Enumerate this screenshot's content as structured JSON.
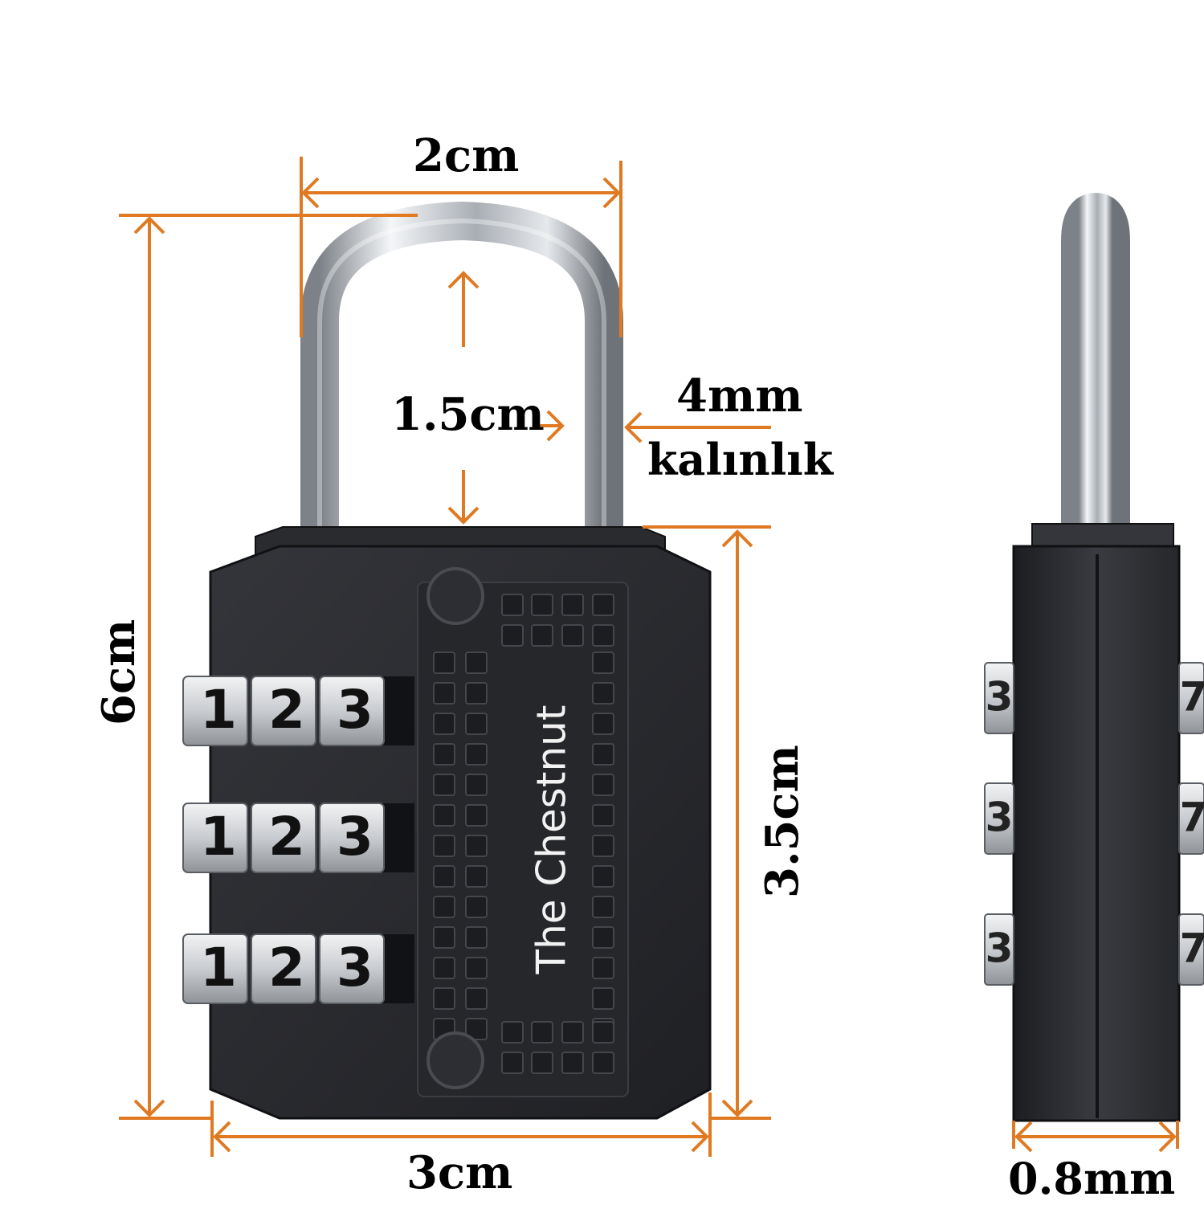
{
  "colors": {
    "dimension_line": "#e07a22",
    "lock_body": "#2b2c30",
    "shackle": "#c9cdd2",
    "dial": "#d6d8db",
    "text_dark": "#000000",
    "text_light": "#f2f2f2"
  },
  "front_view": {
    "brand": "The Chestnut",
    "dials": [
      {
        "digits": [
          "1",
          "2",
          "3"
        ]
      },
      {
        "digits": [
          "1",
          "2",
          "3"
        ]
      },
      {
        "digits": [
          "1",
          "2",
          "3"
        ]
      }
    ]
  },
  "side_view": {
    "left_dial_digits": [
      "3",
      "3",
      "3"
    ],
    "right_dial_digits": [
      "7",
      "7",
      "7"
    ]
  },
  "dimensions": {
    "shackle_width": "2cm",
    "total_height": "6cm",
    "shackle_clearance": "1.5cm",
    "shackle_thickness": "4mm",
    "shackle_thickness_note": "kalınlık",
    "body_height": "3.5cm",
    "body_width": "3cm",
    "body_depth": "0.8mm"
  }
}
